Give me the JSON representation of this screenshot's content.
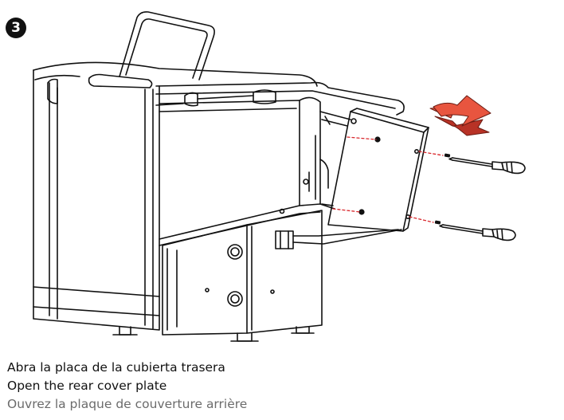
{
  "step": {
    "number": "3"
  },
  "instructions": {
    "es": "Abra la placa de la cubierta trasera",
    "en": "Open the rear cover plate",
    "fr": "Ouvrez la plaque de couverture arrière"
  },
  "colors": {
    "line": "#111111",
    "screw_guide": "#d9262b",
    "arrow_face": "#e8553f",
    "arrow_side": "#b83226",
    "caption_secondary": "#6b6b6b"
  },
  "icons": {
    "step_badge": "circled-number",
    "direction_arrow": "bent-arrow-3d",
    "tool": "screwdriver-icon"
  }
}
